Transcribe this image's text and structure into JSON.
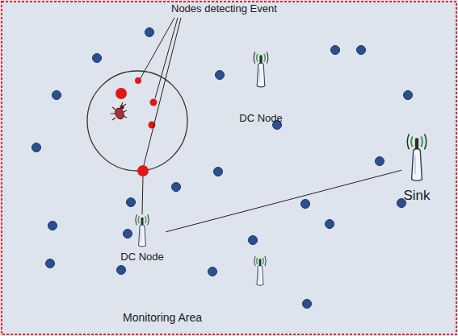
{
  "diagram": {
    "nodes": [
      {
        "text": [
          "DC Node"
        ]
      },
      {
        "text": [
          "Sink"
        ]
      },
      {
        "text": [
          "DC Node"
        ]
      }
    ],
    "edges": [
      {
        "from": 2,
        "to": 1,
        "arrow": "none"
      }
    ],
    "labels": [
      "Nodes detecting Event",
      "Monitoring Area"
    ]
  }
}
